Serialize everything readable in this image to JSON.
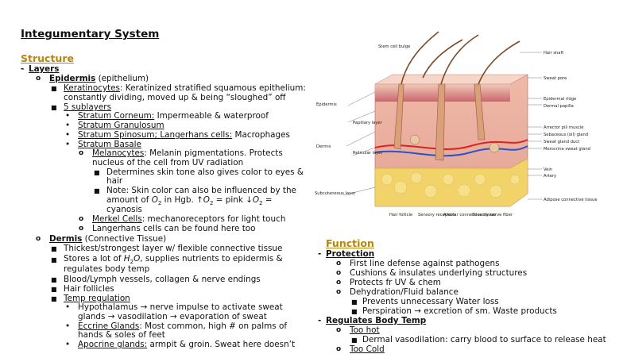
{
  "title": "Integumentary System",
  "structure": {
    "heading": "Structure",
    "layers": "Layers",
    "epidermis": {
      "name": "Epidermis",
      "paren": " (epithelium)"
    },
    "keratinocytes": {
      "name": "Keratinocytes",
      "desc1": ": Keratinized stratified squamous epithelium:",
      "desc2": "constantly dividing, moved up & being “sloughed” off"
    },
    "sublayers": "5 sublayers",
    "corneum": {
      "name": "Stratum Corneum:",
      "desc": " Impermeable & waterproof"
    },
    "granulosum": "Stratum Granulosum",
    "spinosum": {
      "name": "Stratum Spinosum; Langerhans cells:",
      "desc": " Macrophages"
    },
    "basale": "Stratum Basale",
    "melanocytes": {
      "name": "Melanocytes",
      "desc1": ": Melanin pigmentations. Protects",
      "desc2": "nucleus of the cell from UV radiation"
    },
    "skin_tone": {
      "line1": "Determines skin tone also gives color to eyes &",
      "line2": "hair"
    },
    "note": {
      "line1": "Note: Skin color can also be influenced by the",
      "line2a": "amount of ",
      "line2b": " in Hgb. ↑",
      "line2c": " = pink ↓",
      "line2d": " =",
      "line3": "cyanosis",
      "o": "O",
      "sub": "2"
    },
    "merkel": {
      "name": "Merkel Cells",
      "desc": ": mechanoreceptors for light touch"
    },
    "langerhans": "Langerhans cells can be found here too",
    "dermis": {
      "name": "Dermis",
      "paren": " (Connective Tissue)"
    },
    "thickest": "Thickest/strongest layer w/ flexible connective tissue",
    "stores": {
      "pre": "Stores a lot of ",
      "h": "H",
      "sub": "2",
      "o": "O",
      "post": ", supplies nutrients to epidermis &",
      "line2": "regulates body temp"
    },
    "blood": "Blood/Lymph vessels, collagen & nerve endings",
    "hair_follicles": "Hair follicles",
    "temp": "Temp regulation",
    "hypothalamus": {
      "line1": "Hypothalamus → nerve impulse to activate sweat",
      "line2": "glands → vasodilation → evaporation of sweat"
    },
    "eccrine": {
      "name": "Eccrine Glands",
      "desc1": ": Most common, high # on palms of",
      "desc2": "hands & soles of feet"
    },
    "apocrine": {
      "name": "Apocrine glands:",
      "desc": " armpit & groin. Sweat here doesn’t"
    }
  },
  "function": {
    "heading": "Function",
    "protection": "Protection",
    "p_items": [
      "First line defense against pathogens",
      "Cushions & insulates underlying structures",
      "Protects fr UV & chem",
      "Dehydration/Fluid balance"
    ],
    "p_sub": [
      "Prevents unnecessary Water loss",
      "Perspiration → excretion of sm. Waste products"
    ],
    "regulates": "Regulates Body Temp",
    "too_hot": "Too hot",
    "dermal_vaso": "Dermal vasodilation: carry blood to surface to release heat",
    "too_cold": "Too Cold"
  },
  "diagram": {
    "labels_left": [
      "Epidermis",
      "Papillary layer",
      "Dermis",
      "Reticular layer",
      "Subcutaneous layer"
    ],
    "labels_right": [
      "Hair shaft",
      "Sweat pore",
      "Epidermal ridge",
      "Dermal papilla",
      "Arrector pili muscle",
      "Sebaceous (oil) gland",
      "Sweat gland duct",
      "Merocrine sweat gland",
      "Vein",
      "Artery",
      "Adipose connective tissue"
    ],
    "labels_top": [
      "Stem cell bulge"
    ],
    "labels_bottom": [
      "Hair follicle",
      "Sensory receptors",
      "Areolar connective tissue",
      "Sensory nerve fiber"
    ]
  },
  "colors": {
    "heading": "#b8860b"
  }
}
